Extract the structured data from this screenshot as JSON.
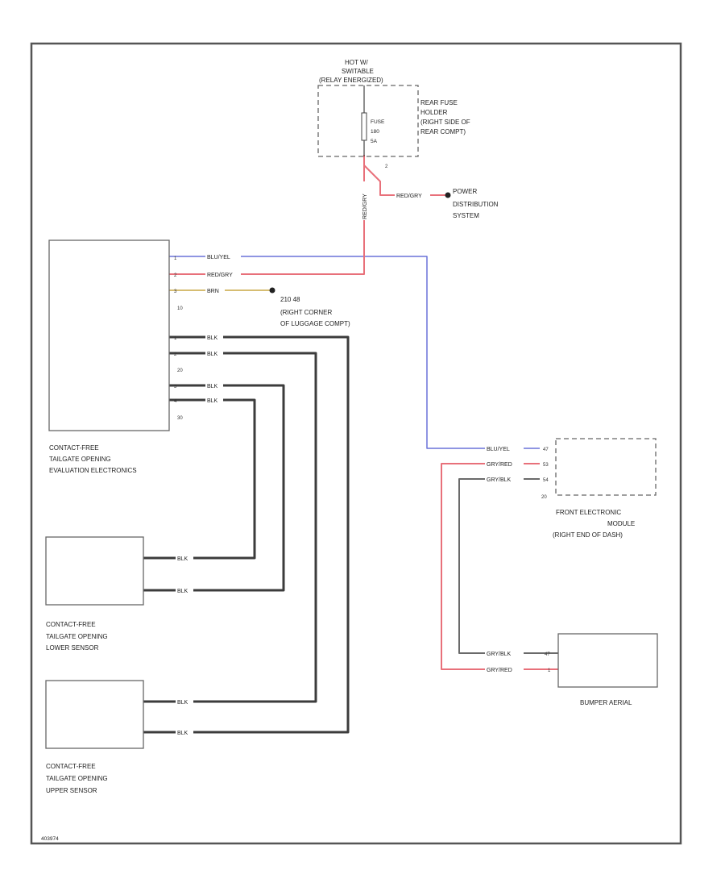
{
  "colors": {
    "frame": "#555555",
    "wire_black": "#3c3c3c",
    "wire_red": "#e8707a",
    "wire_blue": "#6a72d8",
    "wire_yellow": "#d6bd72",
    "wire_grey": "#6a6a6a"
  },
  "power": {
    "hot_label_1": "HOT W/",
    "hot_label_2": "SWITABLE",
    "hot_label_3": "(RELAY ENERGIZED)",
    "fuse_label_1": "FUSE",
    "fuse_label_2": "180",
    "fuse_label_3": "5A",
    "holder_label_1": "REAR FUSE",
    "holder_label_2": "HOLDER",
    "holder_label_3": "(RIGHT SIDE OF",
    "holder_label_4": "REAR COMPT)",
    "pin_fuse": "2",
    "vertical_wire": "RED/GRY",
    "branch_wire": "RED/GRY",
    "pds_label_1": "POWER",
    "pds_label_2": "DISTRIBUTION",
    "pds_label_3": "SYSTEM"
  },
  "evaluation_module": {
    "label_1": "CONTACT-FREE",
    "label_2": "TAILGATE OPENING",
    "label_3": "EVALUATION ELECTRONICS",
    "connector_top": "10",
    "connector_mid": "20",
    "connector_bot": "30",
    "pins_top": [
      "1",
      "2",
      "3"
    ],
    "pins_low": [
      "1",
      "2",
      "3",
      "4"
    ],
    "wire_blue": "BLU/YEL",
    "wire_red": "RED/GRY",
    "wire_brn": "BRN",
    "wire_blk_1": "BLK",
    "wire_blk_2": "BLK",
    "wire_blk_3": "BLK",
    "wire_blk_4": "BLK"
  },
  "ground": {
    "label_1": "210 48",
    "label_2": "(RIGHT CORNER",
    "label_3": "OF LUGGAGE COMPT)"
  },
  "front_module": {
    "label_1": "FRONT ELECTRONIC",
    "label_2": "MODULE",
    "label_3": "(RIGHT END OF DASH)",
    "connector": "20",
    "pins": [
      "47",
      "53",
      "54"
    ],
    "wires": [
      "BLU/YEL",
      "GRY/RED",
      "GRY/BLK"
    ]
  },
  "bumper_aerial": {
    "label": "BUMPER AERIAL",
    "pins": [
      "47",
      "1"
    ],
    "wires": [
      "GRY/BLK",
      "GRY/RED"
    ]
  },
  "lower_sensor": {
    "label_1": "CONTACT-FREE",
    "label_2": "TAILGATE OPENING",
    "label_3": "LOWER SENSOR",
    "wire_1": "BLK",
    "wire_2": "BLK"
  },
  "upper_sensor": {
    "label_1": "CONTACT-FREE",
    "label_2": "TAILGATE OPENING",
    "label_3": "UPPER SENSOR",
    "wire_1": "BLK",
    "wire_2": "BLK"
  },
  "footer": {
    "code": "403974"
  }
}
